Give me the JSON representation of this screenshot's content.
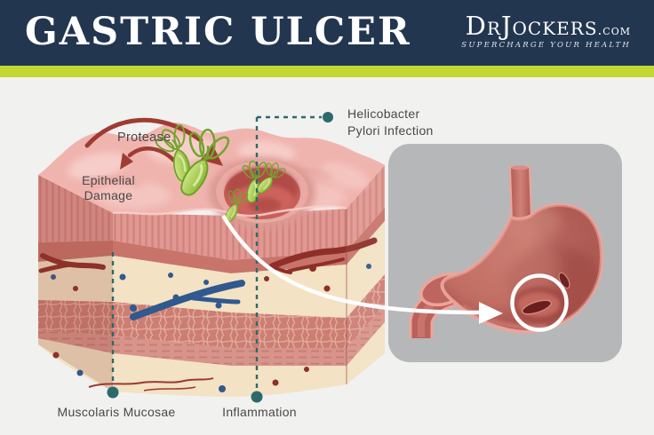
{
  "header": {
    "title": "GASTRIC ULCER",
    "logo": {
      "name": "DrJockers",
      "tld": ".com",
      "tagline": "SUPERCHARGE YOUR HEALTH"
    }
  },
  "labels": {
    "protease": "Protease",
    "epithelial_damage": "Epithelial\nDamage",
    "helicobacter_pylori": "Helicobacter\nPylori Infection",
    "muscolaris_mucosae": "Muscolaris Mucosae",
    "inflammation": "Inflammation"
  },
  "colors": {
    "header_navy": "#233650",
    "accent_green_stripe": "#c3d832",
    "background": "#f1f1f0",
    "panel_gray": "#b6b7b9",
    "label_text": "#484848",
    "leader_teal": "#2d696c",
    "arrow_red": "#9e3c33",
    "bacteria_green": "#9cc740",
    "tissue_pink": "#f0b4af",
    "tissue_rose_band": "#c8746b",
    "tissue_cream": "#f3e2c4",
    "vessel_red": "#8e2f28",
    "vessel_blue": "#30598f",
    "stomach_red": "#b85f58",
    "stomach_rim_pink": "#eda59b",
    "ulcer_dark": "#6b1f1c",
    "pointer_white": "#ffffff"
  }
}
